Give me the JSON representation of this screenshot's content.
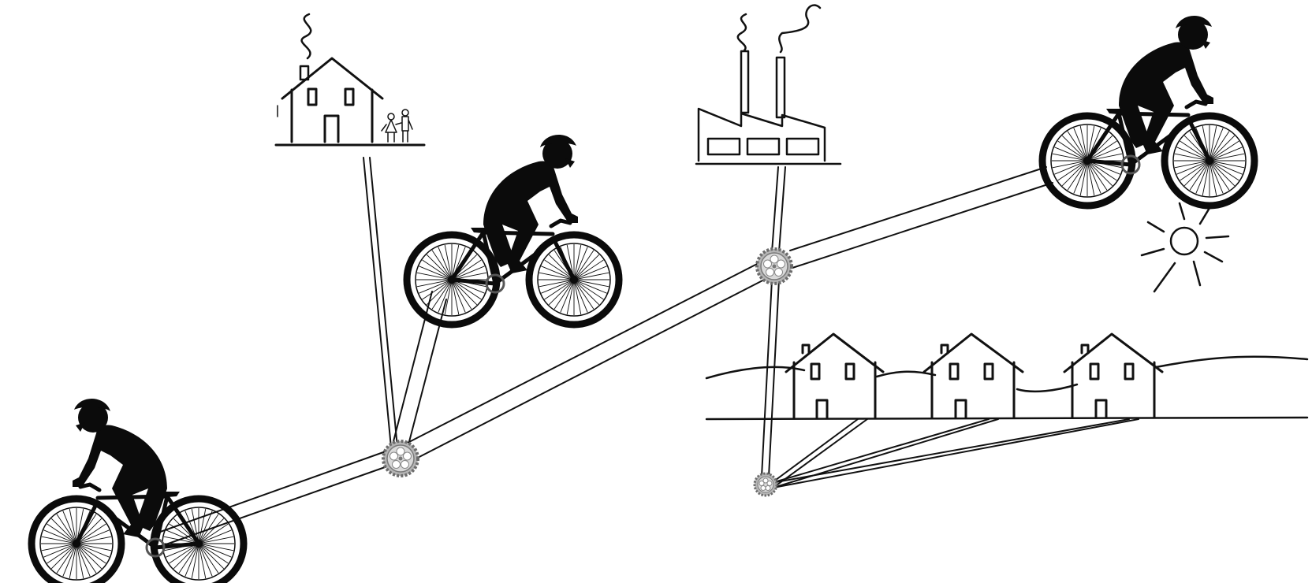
{
  "diagram": {
    "kind": "illustration",
    "nodes": [
      {
        "id": "cyclist-low",
        "icon": "cyclist-icon"
      },
      {
        "id": "cyclist-mid",
        "icon": "cyclist-icon"
      },
      {
        "id": "cyclist-high",
        "icon": "cyclist-icon"
      },
      {
        "id": "family-house",
        "icon": "house-with-family-icon"
      },
      {
        "id": "factory",
        "icon": "factory-icon"
      },
      {
        "id": "village",
        "icon": "houses-landscape-icon"
      },
      {
        "id": "sun",
        "icon": "sun-icon"
      },
      {
        "id": "gear-a",
        "icon": "gear-icon"
      },
      {
        "id": "gear-b",
        "icon": "gear-icon"
      },
      {
        "id": "gear-c",
        "icon": "gear-icon"
      }
    ],
    "connections": [
      {
        "from": "cyclist-low",
        "to": "gear-a"
      },
      {
        "from": "gear-a",
        "to": "family-house"
      },
      {
        "from": "gear-a",
        "to": "cyclist-mid"
      },
      {
        "from": "gear-a",
        "to": "gear-b"
      },
      {
        "from": "gear-b",
        "to": "factory"
      },
      {
        "from": "gear-b",
        "to": "cyclist-high"
      },
      {
        "from": "gear-b",
        "to": "gear-c"
      },
      {
        "from": "gear-c",
        "to": "village"
      }
    ],
    "colors": {
      "ink": "#111111",
      "gear": "#9a9a9a",
      "background": "#ffffff"
    }
  }
}
